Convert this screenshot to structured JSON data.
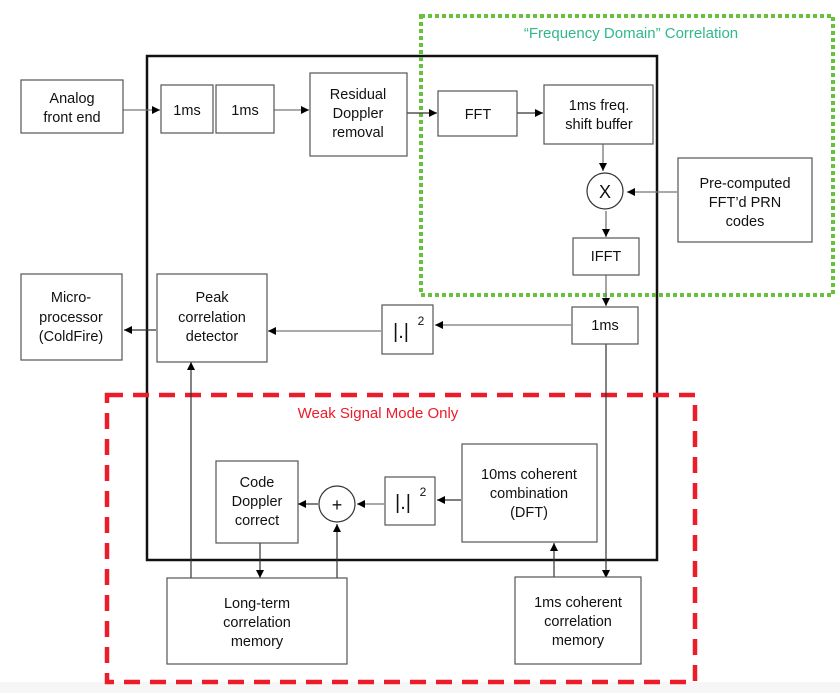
{
  "diagram": {
    "regions": {
      "frequency_domain": {
        "title": "“Frequency Domain” Correlation",
        "color": "#66c23d",
        "title_color": "#2fb98a"
      },
      "weak_signal": {
        "title": "Weak Signal Mode Only",
        "color": "#ec1c2a"
      }
    },
    "blocks": {
      "analog_front_end": [
        "Analog",
        "front end"
      ],
      "buffer_1ms_a": [
        "1ms"
      ],
      "buffer_1ms_b": [
        "1ms"
      ],
      "residual_doppler": [
        "Residual",
        "Doppler",
        "removal"
      ],
      "fft": [
        "FFT"
      ],
      "freq_shift_buffer": [
        "1ms freq.",
        "shift buffer"
      ],
      "precomputed_prn": [
        "Pre-computed",
        "FFT’d PRN",
        "codes"
      ],
      "ifft": [
        "IFFT"
      ],
      "buffer_1ms_c": [
        "1ms"
      ],
      "magnitude_squared_top": {
        "base": "|.|",
        "exp": "2"
      },
      "peak_detector": [
        "Peak",
        "correlation",
        "detector"
      ],
      "microprocessor": [
        "Micro-",
        "processor",
        "(ColdFire)"
      ],
      "code_doppler_correct": [
        "Code",
        "Doppler",
        "correct"
      ],
      "magnitude_squared_bottom": {
        "base": "|.|",
        "exp": "2"
      },
      "coherent_combination": [
        "10ms coherent",
        "combination",
        "(DFT)"
      ],
      "long_term_memory": [
        "Long-term",
        "correlation",
        "memory"
      ],
      "coherent_memory_1ms": [
        "1ms coherent",
        "correlation",
        "memory"
      ]
    },
    "operators": {
      "multiply": "X",
      "add": "+"
    },
    "connections": [
      {
        "from": "analog_front_end",
        "to": "buffer_1ms_a"
      },
      {
        "from": "buffer_1ms_b",
        "to": "residual_doppler"
      },
      {
        "from": "residual_doppler",
        "to": "fft"
      },
      {
        "from": "fft",
        "to": "freq_shift_buffer"
      },
      {
        "from": "freq_shift_buffer",
        "to": "multiply"
      },
      {
        "from": "precomputed_prn",
        "to": "multiply"
      },
      {
        "from": "multiply",
        "to": "ifft"
      },
      {
        "from": "ifft",
        "to": "buffer_1ms_c"
      },
      {
        "from": "buffer_1ms_c",
        "to": "magnitude_squared_top"
      },
      {
        "from": "magnitude_squared_top",
        "to": "peak_detector"
      },
      {
        "from": "peak_detector",
        "to": "microprocessor"
      },
      {
        "from": "buffer_1ms_c",
        "to": "coherent_memory_1ms"
      },
      {
        "from": "coherent_memory_1ms",
        "to": "coherent_combination"
      },
      {
        "from": "coherent_combination",
        "to": "magnitude_squared_bottom"
      },
      {
        "from": "magnitude_squared_bottom",
        "to": "add"
      },
      {
        "from": "add",
        "to": "code_doppler_correct"
      },
      {
        "from": "code_doppler_correct",
        "to": "long_term_memory"
      },
      {
        "from": "long_term_memory",
        "to": "add"
      },
      {
        "from": "long_term_memory",
        "to": "peak_detector"
      }
    ]
  }
}
